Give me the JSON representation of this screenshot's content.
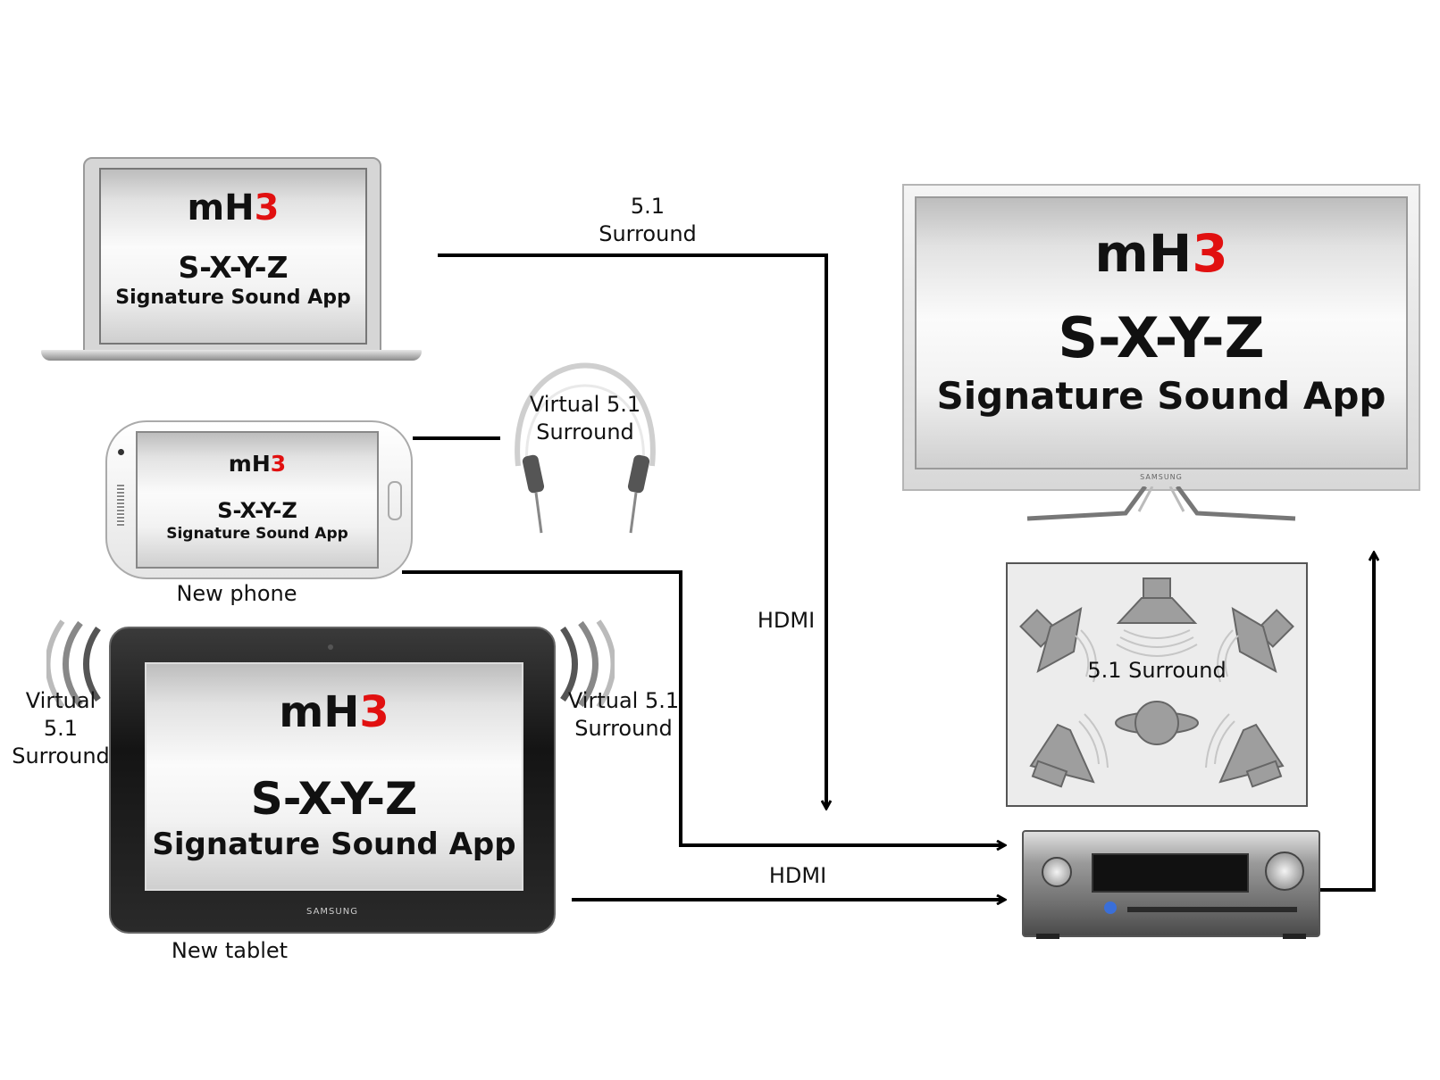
{
  "app": {
    "logo_prefix": "mH",
    "logo_suffix": "3",
    "product": "S-X-Y-Z",
    "tagline": "Signature Sound App"
  },
  "labels": {
    "laptop_out": [
      "5.1",
      "Surround"
    ],
    "headphones": [
      "Virtual 5.1",
      "Surround"
    ],
    "phone": "New phone",
    "tablet": "New tablet",
    "tablet_left": [
      "Virtual 5.1",
      "Surround"
    ],
    "tablet_right": [
      "Virtual 5.1",
      "Surround"
    ],
    "hdmi_vertical": "HDMI",
    "hdmi_bottom": "HDMI",
    "speakers": "5.1 Surround",
    "brand_tablet": "SAMSUNG",
    "brand_tv": "SAMSUNG"
  },
  "colors": {
    "accent_red": "#e11010",
    "line": "#000000"
  }
}
